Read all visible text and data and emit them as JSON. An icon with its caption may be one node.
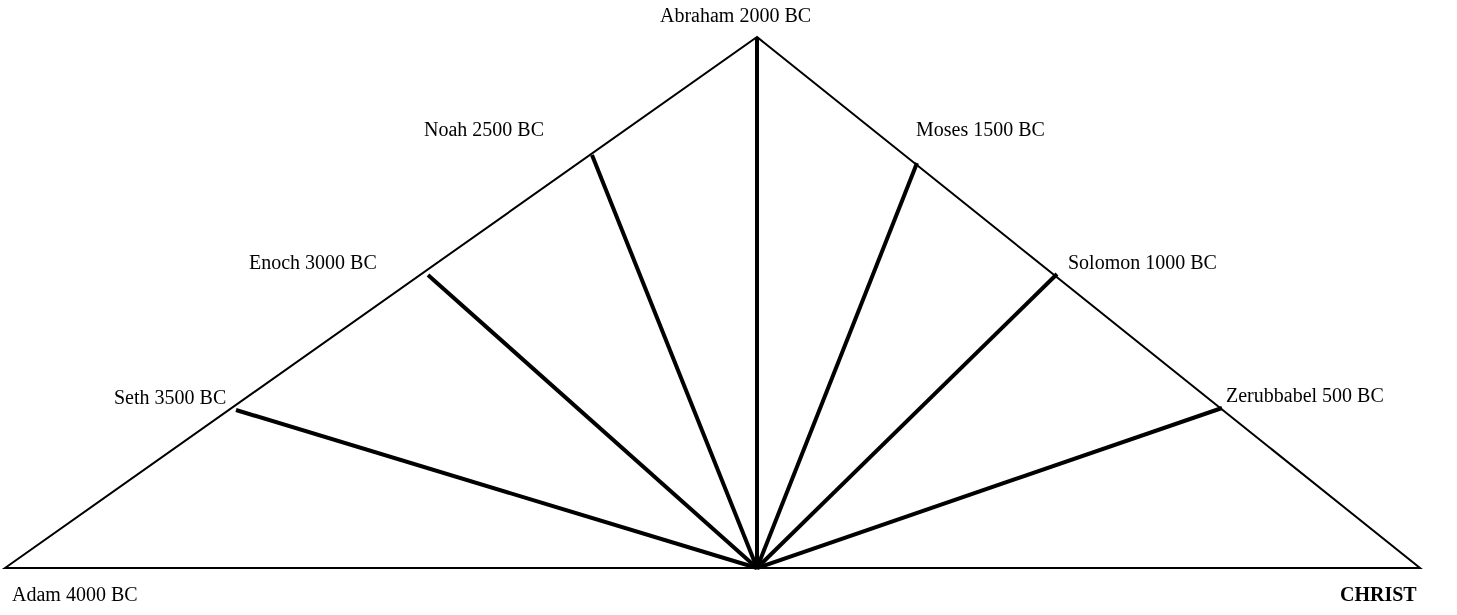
{
  "diagram": {
    "nodes": [
      {
        "text": [
          "Seth 3500 BC"
        ]
      },
      {
        "text": [
          "Enoch 3000 BC"
        ]
      },
      {
        "text": [
          "Noah 2500 BC"
        ]
      },
      {
        "text": [
          "Abraham 2000 BC"
        ]
      },
      {
        "text": [
          "Moses 1500 BC"
        ]
      },
      {
        "text": [
          "Solomon 1000 BC"
        ]
      },
      {
        "text": [
          "Zerubbabel 500 BC"
        ]
      }
    ],
    "edges": [
      {
        "from": null,
        "to": 0,
        "arrow": "none"
      },
      {
        "from": null,
        "to": 1,
        "arrow": "none"
      },
      {
        "from": null,
        "to": 2,
        "arrow": "none"
      },
      {
        "from": null,
        "to": 3,
        "arrow": "none"
      },
      {
        "from": null,
        "to": 4,
        "arrow": "none"
      },
      {
        "from": null,
        "to": 5,
        "arrow": "none"
      },
      {
        "from": null,
        "to": 6,
        "arrow": "none"
      }
    ],
    "labels": [
      "Adam 4000 BC",
      "CHRIST"
    ]
  }
}
